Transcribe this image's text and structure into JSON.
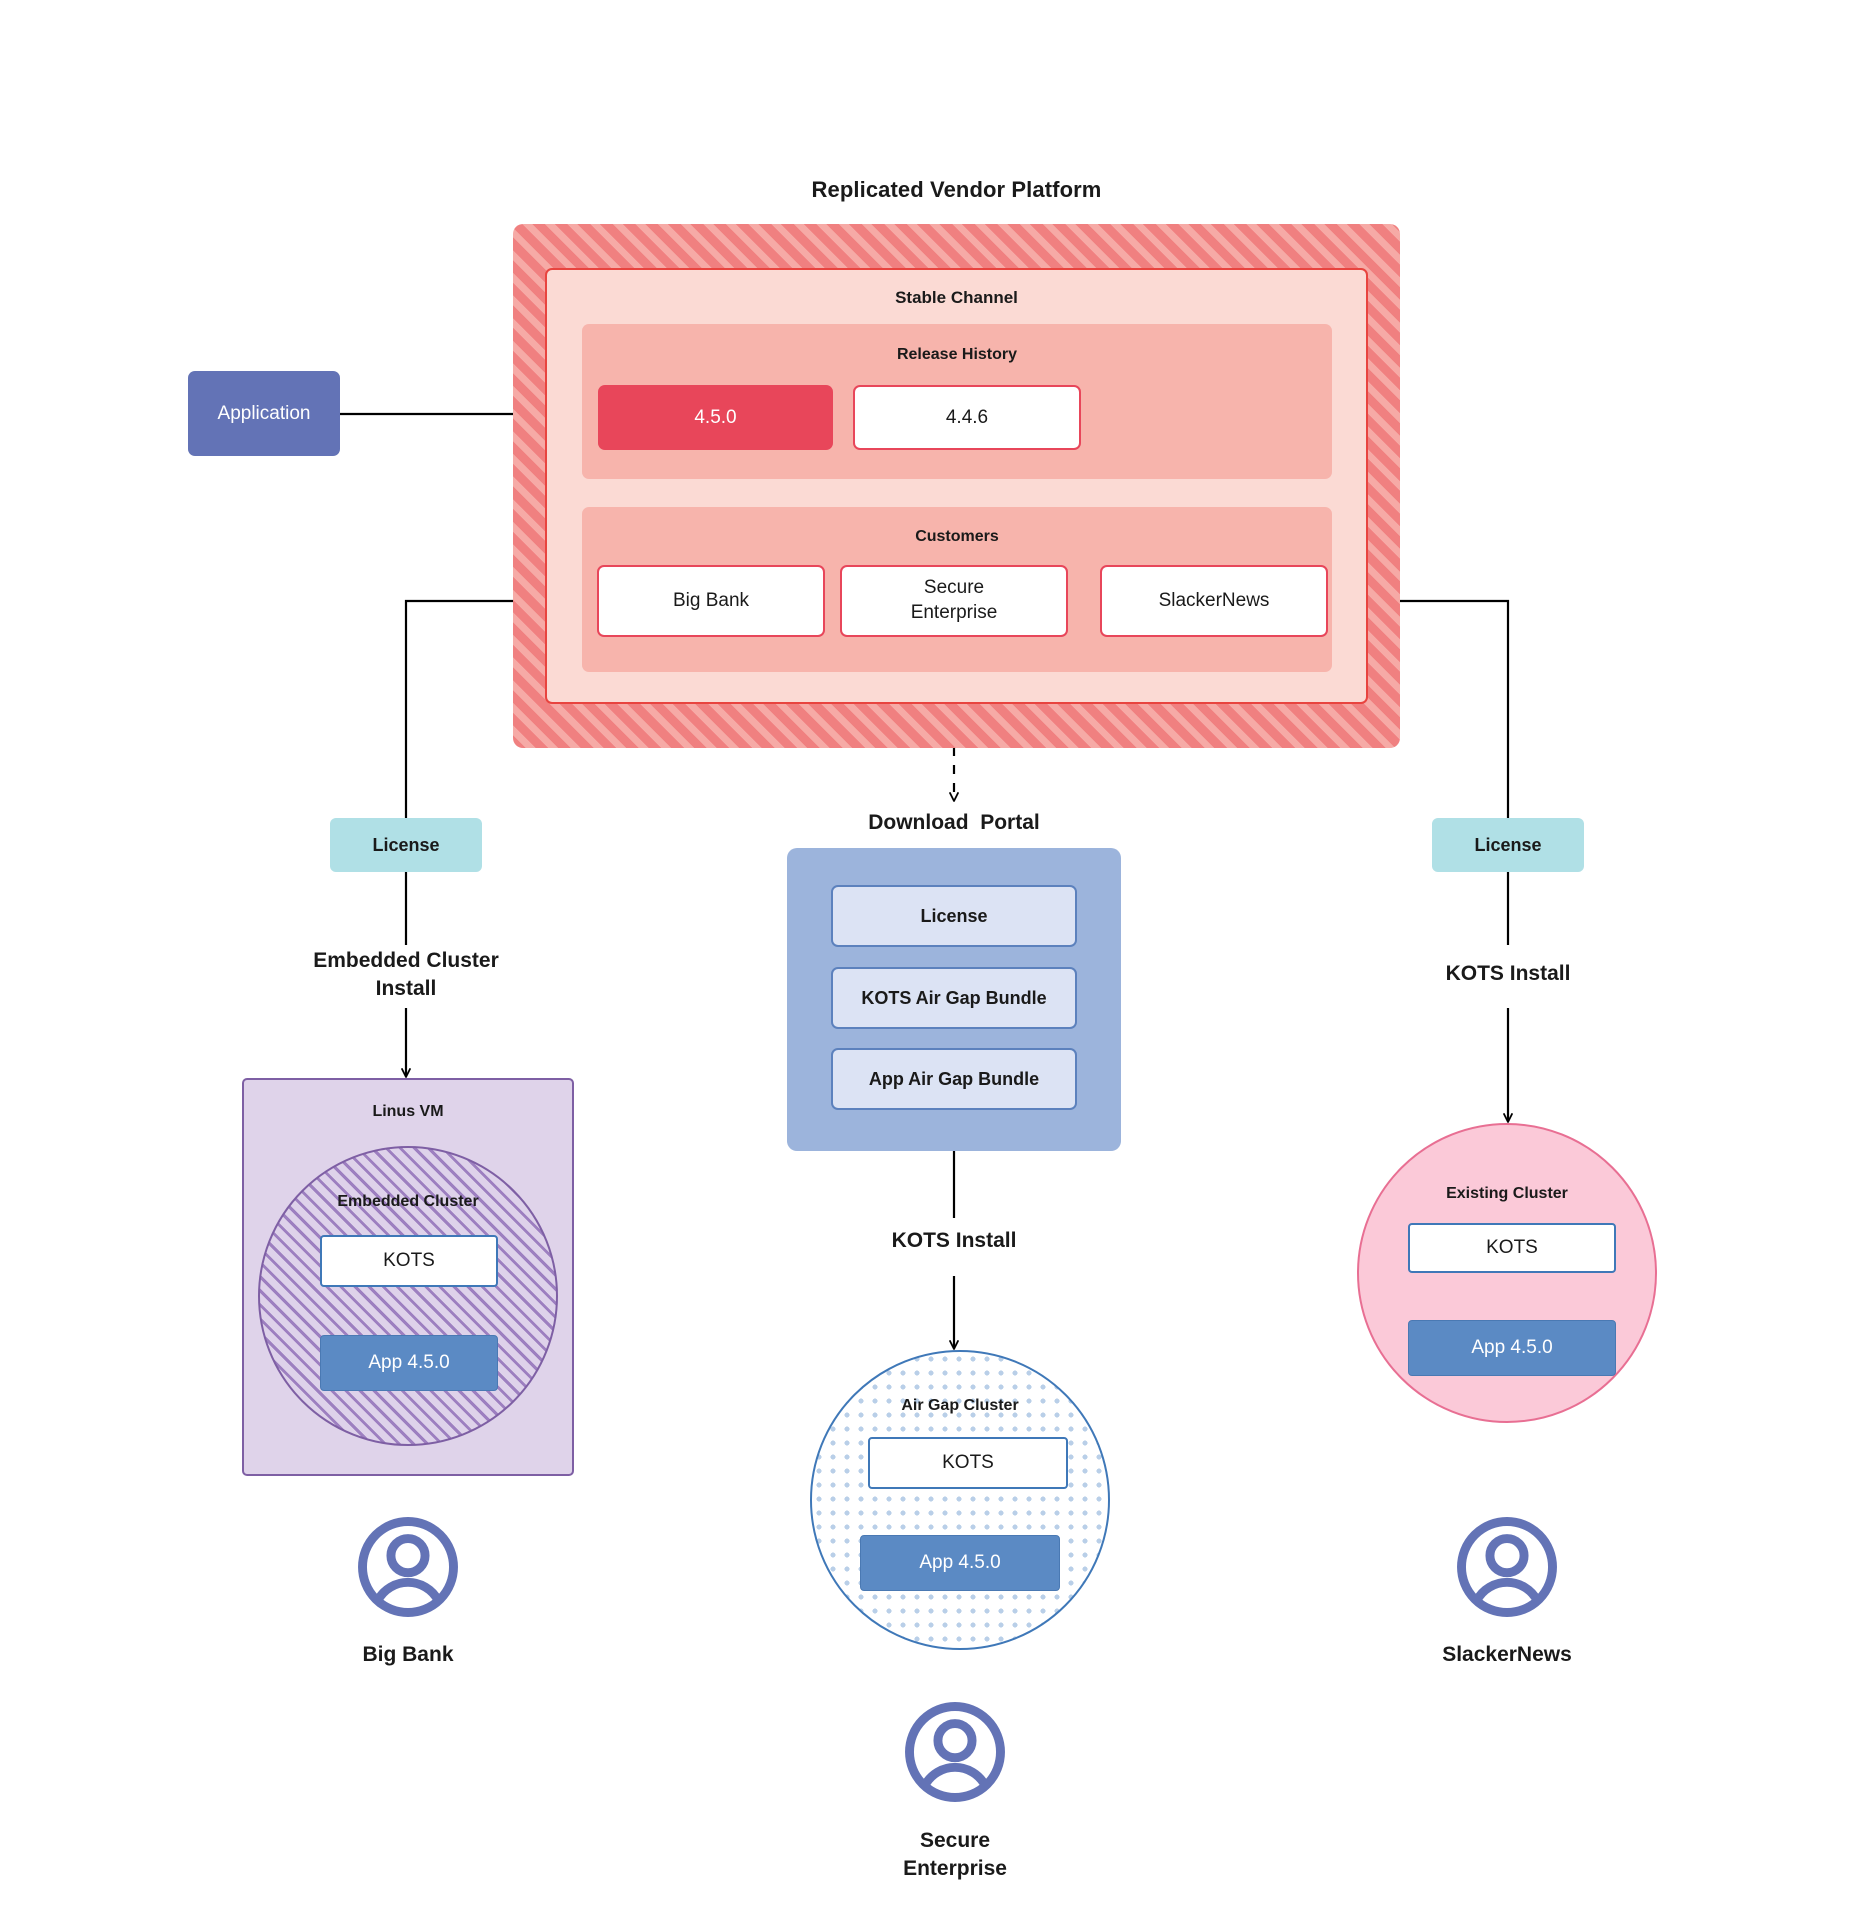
{
  "diagram": {
    "title": "Replicated Vendor Platform"
  },
  "vendor_platform": {
    "title": "Replicated Vendor Platform",
    "stable_channel": {
      "label": "Stable Channel",
      "release_history": {
        "label": "Release History",
        "releases": [
          {
            "version": "4.5.0",
            "state": "current",
            "fill": "#e8465a",
            "text_color": "#ffffff"
          },
          {
            "version": "4.4.6",
            "state": "previous",
            "fill": "#ffffff",
            "text_color": "#1a1a1a"
          }
        ]
      },
      "customers": {
        "label": "Customers",
        "items": [
          {
            "name": "Big Bank"
          },
          {
            "name": "Secure\nEnterprise",
            "line1": "Secure",
            "line2": "Enterprise"
          },
          {
            "name": "SlackerNews"
          }
        ]
      }
    }
  },
  "application": {
    "label": "Application",
    "fill": "#6373b6"
  },
  "licenses": {
    "left": {
      "label": "License"
    },
    "right": {
      "label": "License"
    },
    "fill": "#b0e0e6"
  },
  "download_portal": {
    "title": "Download  Portal",
    "fill": "#9cb4dc",
    "items": [
      {
        "label": "License"
      },
      {
        "label": "KOTS Air Gap Bundle"
      },
      {
        "label": "App Air Gap Bundle"
      }
    ]
  },
  "install_paths": {
    "left": {
      "label_line1": "Embedded Cluster",
      "label_line2": "Install"
    },
    "center": {
      "label": "KOTS Install"
    },
    "right": {
      "label": "KOTS Install"
    }
  },
  "clusters": {
    "linus_vm": {
      "label": "Linus VM",
      "inner": {
        "label": "Embedded Cluster",
        "kots": "KOTS",
        "app": "App 4.5.0"
      }
    },
    "air_gap": {
      "label": "Air Gap Cluster",
      "kots": "KOTS",
      "app": "App 4.5.0"
    },
    "existing": {
      "label": "Existing Cluster",
      "kots": "KOTS",
      "app": "App 4.5.0"
    }
  },
  "end_users": [
    {
      "icon": "user-avatar-icon",
      "name": "Big Bank"
    },
    {
      "icon": "user-avatar-icon",
      "line1": "Secure",
      "line2": "Enterprise"
    },
    {
      "icon": "user-avatar-icon",
      "name": "SlackerNews"
    }
  ],
  "colors": {
    "platform_hatch": "#f08080",
    "platform_hatch_stripe": "#f6aaa6",
    "channel_bg": "#fbdad4",
    "band_bg": "#f7b4ac",
    "release_accent": "#e8465a",
    "app_purple": "#6373b6",
    "license_cyan": "#b0e0e6",
    "portal_blue": "#9cb4dc",
    "kots_border": "#3f78b8",
    "app_blue": "#5b8ac4",
    "vm_purple": "#7e5fa4",
    "existing_pink": "#fbc9d8"
  }
}
